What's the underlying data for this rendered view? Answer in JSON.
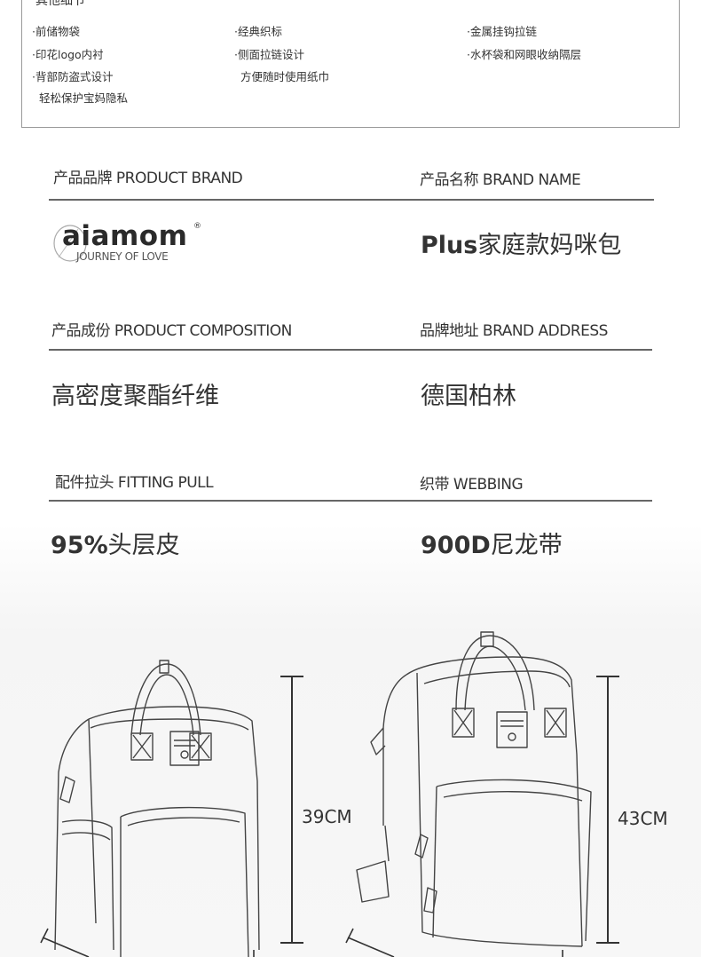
{
  "details": {
    "title": "其他细节",
    "col1": [
      "·前储物袋",
      "·印花logo内衬",
      "·背部防盗式设计",
      "轻松保护宝妈隐私"
    ],
    "col2": [
      "·经典织标",
      "·侧面拉链设计",
      "方便随时使用纸巾"
    ],
    "col3": [
      "·金属挂钩拉链",
      "·水杯袋和网眼收纳隔层"
    ]
  },
  "specs": {
    "brand_label": "产品品牌  PRODUCT BRAND",
    "name_label": "产品名称  BRAND NAME",
    "brand_logo_text": "aiamom",
    "brand_logo_mark": "®",
    "brand_logo_tagline": "JOURNEY OF LOVE",
    "name_value_bold": "Plus",
    "name_value_rest": "家庭款妈咪包",
    "composition_label": "产品成份  PRODUCT COMPOSITION",
    "composition_value": "高密度聚酯纤维",
    "address_label": "品牌地址  BRAND ADDRESS",
    "address_value": "德国柏林",
    "pull_label": "配件拉头  FITTING PULL",
    "pull_value_bold": "95%",
    "pull_value_rest": "头层皮",
    "webbing_label": "织带  WEBBING",
    "webbing_value_bold": "900D",
    "webbing_value_rest": "尼龙带"
  },
  "dimensions": {
    "left_height": "39CM",
    "right_height": "43CM"
  }
}
